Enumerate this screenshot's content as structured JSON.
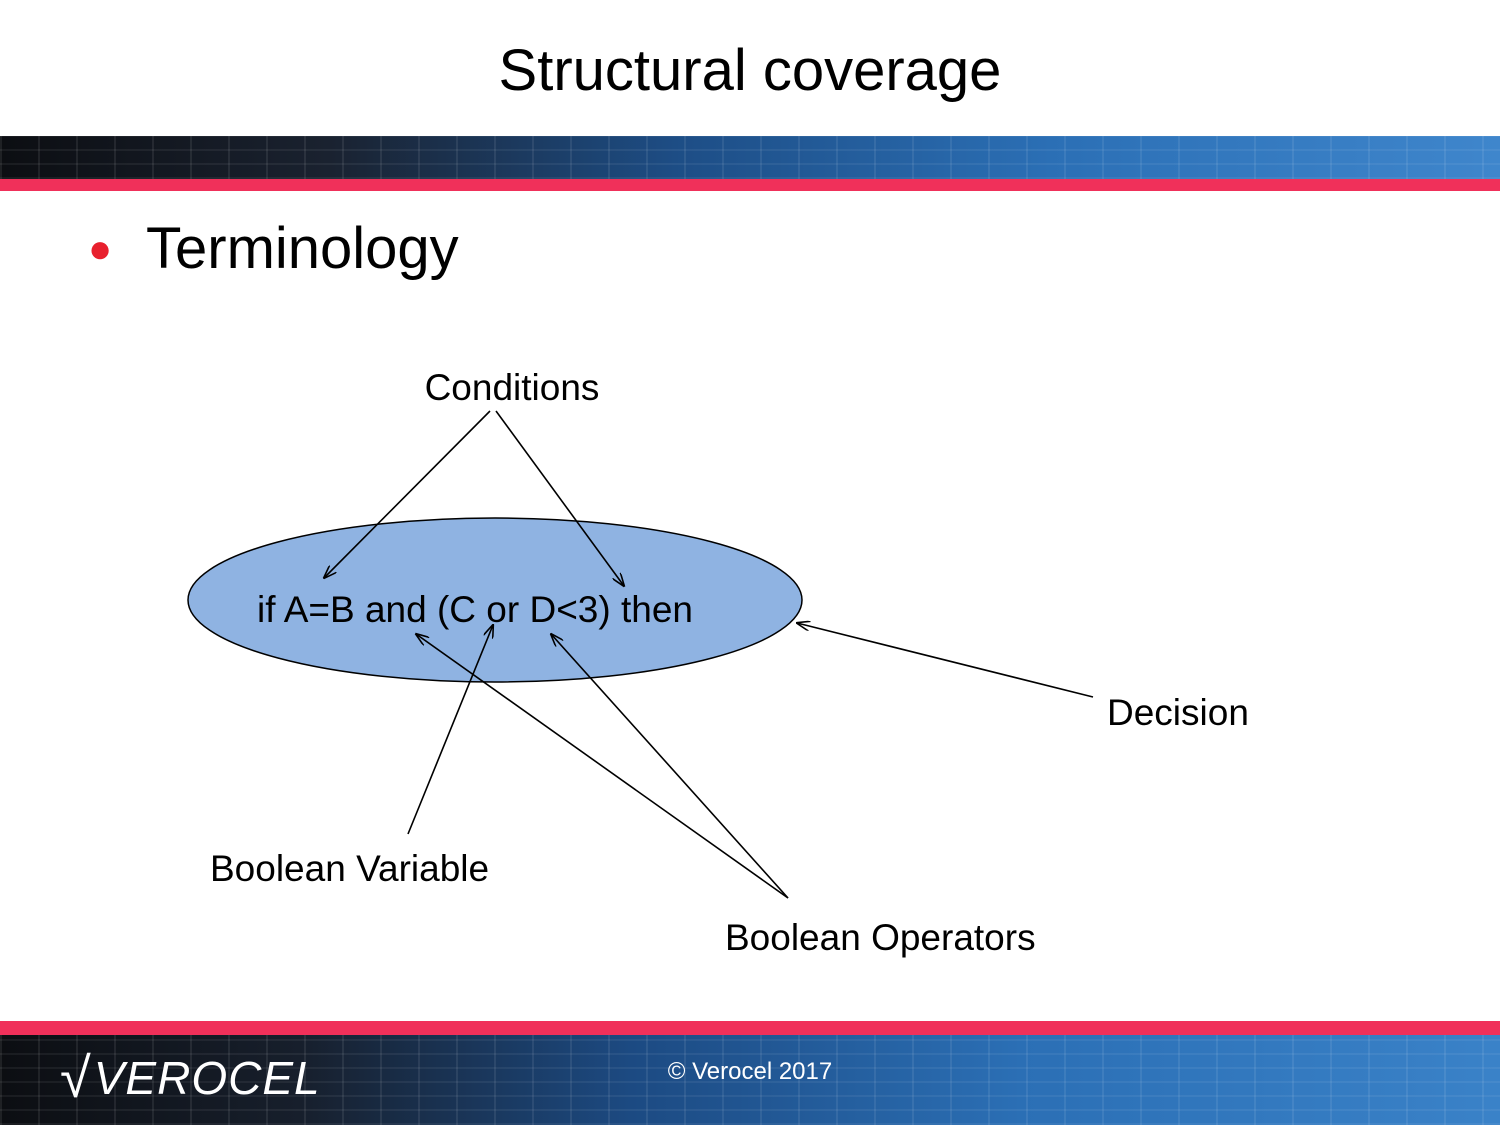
{
  "slide": {
    "title": "Structural coverage",
    "bullet": "Terminology"
  },
  "diagram": {
    "decision_expression": "if A=B and (C or D<3) then",
    "labels": {
      "conditions": "Conditions",
      "decision": "Decision",
      "boolean_variable": "Boolean Variable",
      "boolean_operators": "Boolean Operators"
    },
    "ellipse_fill": "#8fb3e2"
  },
  "footer": {
    "logo": "VEROCEL",
    "copyright": "© Verocel 2017"
  },
  "colors": {
    "accent_red": "#f0305a",
    "bullet_red": "#e8202e",
    "band_blue": "#2b6fb5"
  }
}
